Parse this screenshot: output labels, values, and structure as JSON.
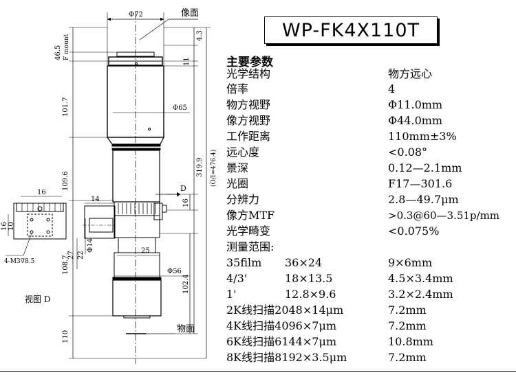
{
  "model": "WP-FK4X110T",
  "specs_title": "主要参数",
  "specs": [
    {
      "label": "光学结构",
      "value": "物方远心"
    },
    {
      "label": "倍率",
      "value": "4"
    },
    {
      "label": "物方视野",
      "value": "Φ11.0mm"
    },
    {
      "label": "像方视野",
      "value": "Φ44.0mm"
    },
    {
      "label": "工作距离",
      "value": "110mm±3%"
    },
    {
      "label": "远心度",
      "value": "<0.08°"
    },
    {
      "label": "景深",
      "value": "0.12—2.1mm"
    },
    {
      "label": "光圈",
      "value": "F17—301.6"
    },
    {
      "label": "分辨力",
      "value": "2.8—49.7μm"
    },
    {
      "label": "像方MTF",
      "value": ">0.3@60—3.51p/mm"
    },
    {
      "label": "光学畸变",
      "value": "<0.075%"
    }
  ],
  "measure_title": "测量范围:",
  "formats": [
    {
      "name": "35film",
      "sensor": "36×24",
      "field": "9×6mm"
    },
    {
      "name": "4/3'",
      "sensor": "18×13.5",
      "field": "4.5×3.4mm"
    },
    {
      "name": "1'",
      "sensor": "12.8×9.6",
      "field": "3.2×2.4mm"
    },
    {
      "name": "2K线扫描2048×14μm",
      "sensor": "",
      "field": "7.2mm"
    },
    {
      "name": "4K线扫描4096×7μm",
      "sensor": "",
      "field": "7.2mm"
    },
    {
      "name": "6K线扫描6144×7μm",
      "sensor": "",
      "field": "10.8mm"
    },
    {
      "name": "8K线扫描8192×3.5μm",
      "sensor": "",
      "field": "7.2mm"
    }
  ],
  "drawing": {
    "image_plane_label": "像面",
    "object_plane_label": "物面",
    "view_label": "视图 D",
    "arrow_label": "D",
    "mount_label": "F mount",
    "dimensions": {
      "top_diameter": "Φ72",
      "mid_diameter": "Φ65",
      "lower_diameter": "Φ56",
      "side_diameter": "Φ14",
      "left_top": "46.5",
      "left_upper": "101.7",
      "left_mid": "109.6",
      "left_lower": "108.7",
      "left_bottom": "110",
      "right_top": "4.3",
      "right_second": "11",
      "right_long": "319.9",
      "right_total": "(O/I=476.4)",
      "right_side": "16",
      "right_lower": "102.4",
      "side_16_top": "16",
      "side_14": "14",
      "side_25": "25",
      "side_22": "22",
      "side_27": "27",
      "view_16a": "16",
      "view_16b": "16",
      "view_10": "10",
      "thread": "4-M3∇8.5"
    }
  }
}
